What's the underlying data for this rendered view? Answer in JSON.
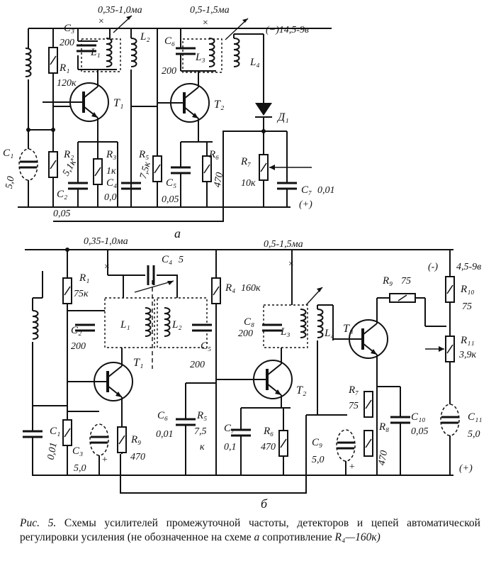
{
  "schematic_a": {
    "label": "а",
    "currents": [
      "0,35-1,0ма",
      "0,5-1,5ма"
    ],
    "supply": "(−)14,5-9в",
    "positive": "(+)",
    "parts": {
      "C1": "C₁",
      "C1v": "5,0",
      "C2": "C₂",
      "C2v": "0,05",
      "C3": "C₃",
      "C3v": "200",
      "C4": "C₄",
      "C4v": "0,0",
      "C5": "C₅",
      "C5v": "0,05",
      "C6": "C₆",
      "C6v": "200",
      "C7": "C₇",
      "C7v": "0,01",
      "R1": "R₁",
      "R1v": "120к",
      "R2": "R₂",
      "R2v": "5,1к",
      "R3": "R₃",
      "R3v": "1к",
      "R5": "R₅",
      "R5v": "7,5к",
      "R6": "R₆",
      "R6v": "470",
      "R7": "R₇",
      "R7v": "10к",
      "L1": "L₁",
      "L2": "L₂",
      "L3": "L₃",
      "L4": "L₄",
      "T1": "T₁",
      "T2": "T₂",
      "D1": "Д₁"
    }
  },
  "schematic_b": {
    "label": "б",
    "currents": [
      "0,35-1,0ма",
      "0,5-1,5ма"
    ],
    "supply_minus": "(-)",
    "supply": "4,5-9в",
    "positive": "(+)",
    "parts": {
      "C1": "C₁",
      "C1v": "0,01",
      "C2": "C₂",
      "C2v": "200",
      "C3": "C₃",
      "C3v": "5,0",
      "C4": "C₄",
      "C4v": "5",
      "C5": "C₅",
      "C5v": "200",
      "C6": "C₆",
      "C6v": "0,01",
      "C7": "C₇",
      "C7v": "0,1",
      "C8": "C₈",
      "C8v": "200",
      "C9": "C₉",
      "C9v": "5,0",
      "C10": "C₁₀",
      "C10v": "0,05",
      "C11": "C₁₁",
      "C11v": "5,0",
      "R1": "R₁",
      "R1v": "75к",
      "R4": "R₄",
      "R4v": "160к",
      "R5": "R₅",
      "R5v": "7,5",
      "R5u": "к",
      "R6": "R₆",
      "R6v": "470",
      "R7": "R₇",
      "R7v": "75",
      "R8": "R₈",
      "R8v": "470",
      "R9": "R₉",
      "R9v": "470",
      "R9b": "R₉",
      "R9bv": "75",
      "R10": "R₁₀",
      "R10v": "75",
      "R11": "R₁₁",
      "R11v": "3,9к",
      "L1": "L₁",
      "L2": "L₂",
      "L3": "L₃",
      "L4": "L₄",
      "T1": "T₁",
      "T2": "T₂",
      "T3": "T₃"
    }
  },
  "caption": {
    "lead": "Рис. 5.",
    "text1": " Схемы усилителей промежуточной частоты, детекторов и цепей автоматической регулировки усиления (не обозначенное на схеме ",
    "ref_a": "а",
    "text2": " сопротивление ",
    "r4": "R₄—160к)"
  }
}
